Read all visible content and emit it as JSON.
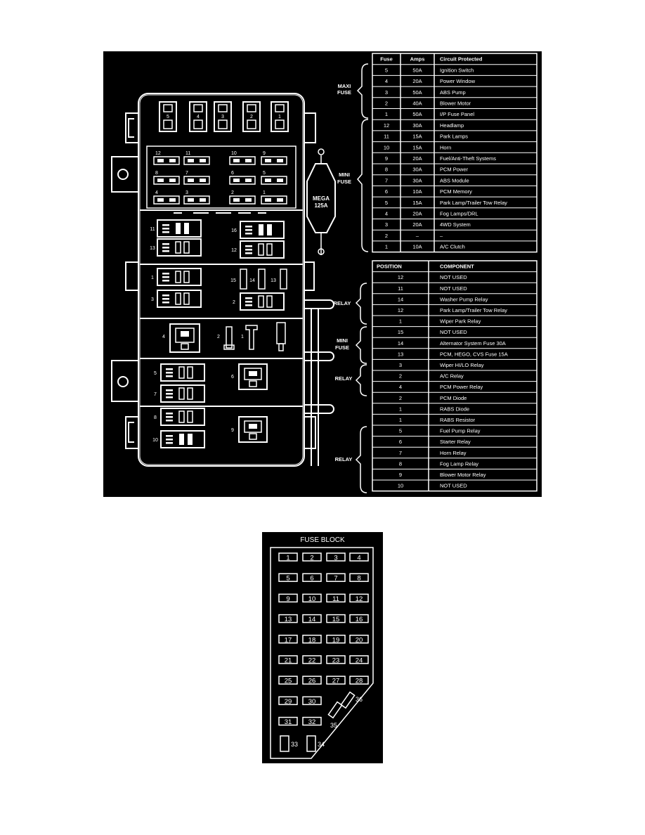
{
  "maxi_table": {
    "headers": [
      "Fuse",
      "Amps",
      "Circuit Protected"
    ],
    "rows": [
      [
        "5",
        "50A",
        "Ignition Switch"
      ],
      [
        "4",
        "20A",
        "Power Window"
      ],
      [
        "3",
        "50A",
        "ABS Pump"
      ],
      [
        "2",
        "40A",
        "Blower Motor"
      ],
      [
        "1",
        "50A",
        "I/P Fuse Panel"
      ],
      [
        "12",
        "30A",
        "Headlamp"
      ],
      [
        "11",
        "15A",
        "Park Lamps"
      ],
      [
        "10",
        "15A",
        "Horn"
      ],
      [
        "9",
        "20A",
        "Fuel/Anti-Theft Systems"
      ],
      [
        "8",
        "30A",
        "PCM Power"
      ],
      [
        "7",
        "30A",
        "ABS Module"
      ],
      [
        "6",
        "10A",
        "PCM Memory"
      ],
      [
        "5",
        "15A",
        "Park Lamp/Trailer Tow Relay"
      ],
      [
        "4",
        "20A",
        "Fog Lamps/DRL"
      ],
      [
        "3",
        "20A",
        "4WD System"
      ],
      [
        "2",
        "–",
        "–"
      ],
      [
        "1",
        "10A",
        "A/C Clutch"
      ]
    ]
  },
  "component_table": {
    "headers": [
      "POSITION",
      "COMPONENT"
    ],
    "rows": [
      [
        "12",
        "NOT USED"
      ],
      [
        "11",
        "NOT USED"
      ],
      [
        "14",
        "Washer Pump Relay"
      ],
      [
        "12",
        "Park Lamp/Trailer Tow Relay"
      ],
      [
        "1",
        "Wiper Park Relay"
      ],
      [
        "15",
        "NOT USED"
      ],
      [
        "14",
        "Alternator System Fuse 30A"
      ],
      [
        "13",
        "PCM, HEGO, CVS Fuse 15A"
      ],
      [
        "3",
        "Wiper HI/LO Relay"
      ],
      [
        "2",
        "A/C Relay"
      ],
      [
        "4",
        "PCM Power Relay"
      ],
      [
        "2",
        "PCM Diode"
      ],
      [
        "1",
        "RABS Diode"
      ],
      [
        "1",
        "RABS Resistor"
      ],
      [
        "5",
        "Fuel Pump Relay"
      ],
      [
        "6",
        "Starter Relay"
      ],
      [
        "7",
        "Horn Relay"
      ],
      [
        "8",
        "Fog Lamp Relay"
      ],
      [
        "9",
        "Blower Motor Relay"
      ],
      [
        "10",
        "NOT USED"
      ]
    ]
  },
  "group_labels": {
    "maxi_fuse": [
      "MAXI",
      "FUSE"
    ],
    "mini_fuse": [
      "MINI",
      "FUSE"
    ],
    "relay": "RELAY",
    "mini_fuse_2": [
      "MINI",
      "FUSE"
    ],
    "relay_2": "RELAY",
    "relay_3": "RELAY"
  },
  "mega_fuse": {
    "line1": "MEGA",
    "line2": "125A"
  },
  "box_labels": {
    "maxi": [
      "5",
      "4",
      "3",
      "2",
      "1"
    ],
    "mini_row1": [
      "12",
      "11",
      "10",
      "9"
    ],
    "mini_row2": [
      "8",
      "7",
      "6",
      "5"
    ],
    "mini_row3": [
      "4",
      "3",
      "2",
      "1"
    ],
    "relays": {
      "r11": "11",
      "r13": "13",
      "r16": "16",
      "r12": "12",
      "r1": "1",
      "r3": "3",
      "r2": "2",
      "f15": "15",
      "f14": "14",
      "f13": "13",
      "r4": "4",
      "d2": "2",
      "d1": "1",
      "r5": "5",
      "r7": "7",
      "r6": "6",
      "r8": "8",
      "r10": "10",
      "r9": "9"
    }
  },
  "fuse_block": {
    "title": "FUSE BLOCK",
    "rows": [
      [
        "1",
        "2",
        "3",
        "4"
      ],
      [
        "5",
        "6",
        "7",
        "8"
      ],
      [
        "9",
        "10",
        "11",
        "12"
      ],
      [
        "13",
        "14",
        "15",
        "16"
      ],
      [
        "17",
        "18",
        "19",
        "20"
      ],
      [
        "21",
        "22",
        "23",
        "24"
      ],
      [
        "25",
        "26",
        "27",
        "28"
      ],
      [
        "29",
        "30"
      ],
      [
        "31",
        "32"
      ]
    ],
    "extra": {
      "f33": "33",
      "f34": "34",
      "f35": "35",
      "f36": "36"
    }
  }
}
